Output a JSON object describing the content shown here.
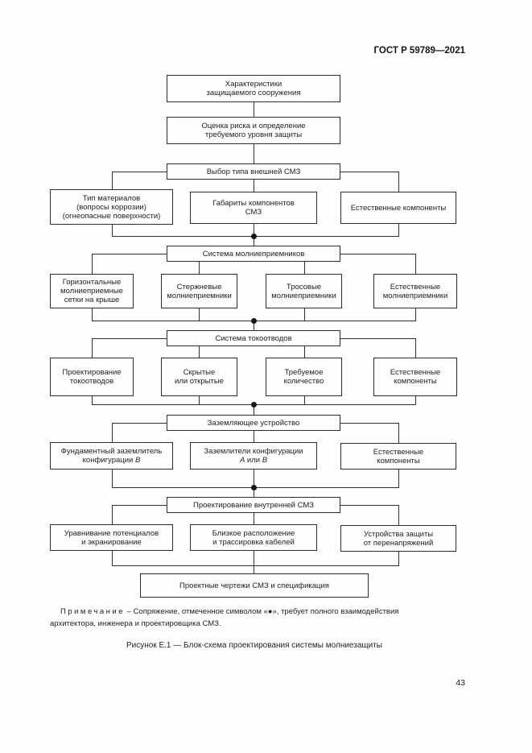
{
  "doc": {
    "standard_ref": "ГОСТ Р 59789—2021",
    "page_number": "43",
    "note_label": "Примечание",
    "note_line1": "– Сопряжение, отмеченное символом «●», требует полного взаимодействия",
    "note_line2": "архитектора, инженера и проектировщика СМЗ.",
    "caption": "Рисунок Е.1 — Блок-схема проектирования системы молниезащиты"
  },
  "flowchart": {
    "characteristics": "Характеристики\nзащищаемого сооружения",
    "risk": "Оценка риска и определение\nтребуемого уровня защиты",
    "external": {
      "title": "Выбор типа внешней СМЗ",
      "materials": "Тип материалов\n(вопросы коррозии)\n(огнеопасные поверхности)",
      "dimensions": "Габариты компонентов\nСМЗ",
      "natural": "Естественные компоненты"
    },
    "air_termination": {
      "title": "Система молниеприемников",
      "mesh": "Горизонтальные\nмолниеприемные\nсетки на крыше",
      "rods": "Стержневые\nмолниеприемники",
      "wires": "Тросовые\nмолниеприемники",
      "natural": "Естественные\nмолниеприемники"
    },
    "down_conductors": {
      "title": "Система токоотводов",
      "design": "Проектирование\nтокоотводов",
      "hidden_open": "Скрытые\nили открытые",
      "quantity": "Требуемое\nколичество",
      "natural": "Естественные\nкомпоненты"
    },
    "earthing": {
      "title": "Заземляющее устройство",
      "foundation_line1": "Фундаментный заземлитель",
      "foundation_line2_text": "конфигурации ",
      "foundation_line2_em": "B",
      "config_line1": "Заземлители конфигурации",
      "config_em1": "A",
      "config_mid": " или ",
      "config_em2": "B",
      "natural": "Естественные\nкомпоненты"
    },
    "internal": {
      "title": "Проектирование внутренней СМЗ",
      "bonding": "Уравнивание потенциалов\nи экранирование",
      "proximity": "Близкое расположение\nи трассировка кабелей",
      "spd": "Устройства защиты\nот перенапряжений"
    },
    "final": "Проектные чертежи СМЗ и спецификация"
  }
}
